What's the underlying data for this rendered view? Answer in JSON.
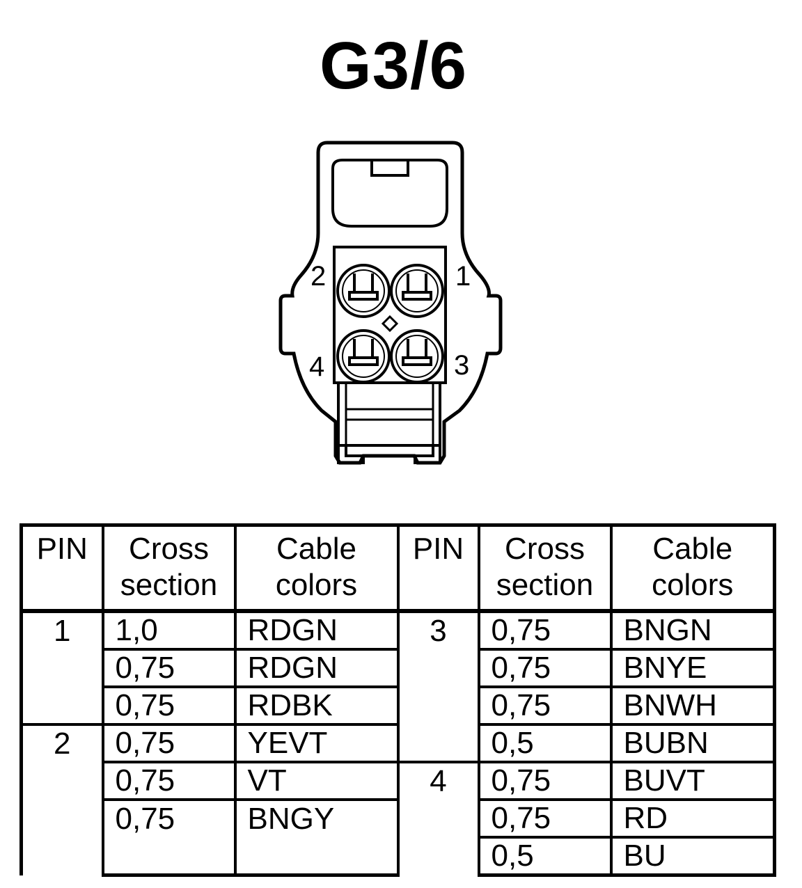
{
  "title": "G3/6",
  "connector": {
    "pin_labels": [
      "1",
      "2",
      "3",
      "4"
    ]
  },
  "table": {
    "headers": {
      "pin": "PIN",
      "cross_line1": "Cross",
      "cross_line2": "section",
      "colors_line1": "Cable",
      "colors_line2": "colors"
    },
    "left": [
      {
        "pin": "1",
        "cross": "1,0",
        "color": "RDGN"
      },
      {
        "pin": "",
        "cross": "0,75",
        "color": "RDGN"
      },
      {
        "pin": "",
        "cross": "0,75",
        "color": "RDBK"
      },
      {
        "pin": "2",
        "cross": "0,75",
        "color": "YEVT"
      },
      {
        "pin": "",
        "cross": "0,75",
        "color": "VT"
      },
      {
        "pin": "",
        "cross": "0,75",
        "color": "BNGY"
      }
    ],
    "right": [
      {
        "pin": "3",
        "cross": "0,75",
        "color": "BNGN"
      },
      {
        "pin": "",
        "cross": "0,75",
        "color": "BNYE"
      },
      {
        "pin": "",
        "cross": "0,75",
        "color": "BNWH"
      },
      {
        "pin": "",
        "cross": "0,5",
        "color": "BUBN"
      },
      {
        "pin": "4",
        "cross": "0,75",
        "color": "BUVT"
      },
      {
        "pin": "",
        "cross": "0,75",
        "color": "RD"
      },
      {
        "pin": "",
        "cross": "0,5",
        "color": "BU"
      }
    ]
  }
}
